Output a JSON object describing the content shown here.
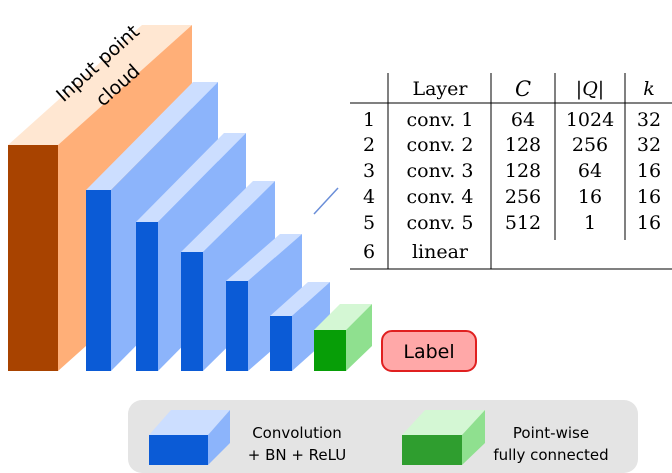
{
  "input_block_label_line1": "Input point",
  "input_block_label_line2": "cloud",
  "output_label": "Label",
  "table": {
    "headers": [
      "",
      "Layer",
      "C",
      "|Q|",
      "k"
    ],
    "rows": [
      [
        "1",
        "conv. 1",
        "64",
        "1024",
        "32"
      ],
      [
        "2",
        "conv. 2",
        "128",
        "256",
        "32"
      ],
      [
        "3",
        "conv. 3",
        "128",
        "64",
        "16"
      ],
      [
        "4",
        "conv. 4",
        "256",
        "16",
        "16"
      ],
      [
        "5",
        "conv. 5",
        "512",
        "1",
        "16"
      ],
      [
        "6",
        "linear",
        "",
        "",
        ""
      ]
    ]
  },
  "legend": {
    "conv_line1": "Convolution",
    "conv_line2": "+ BN + ReLU",
    "fc_line1": "Point-wise",
    "fc_line2": "fully connected"
  },
  "colors": {
    "input_front": "#a84300",
    "input_top": "#ffe7d2",
    "input_side": "#ffaf78",
    "conv_front": "#0b5bd6",
    "conv_top": "#ccdeff",
    "conv_side": "#8cb4fb",
    "fc_front": "#079e07",
    "fc_top": "#d4f7d4",
    "fc_side": "#8fe08f",
    "label_fill": "#ffa8a8",
    "label_stroke": "#e02020",
    "legend_bg": "#e4e4e4"
  }
}
